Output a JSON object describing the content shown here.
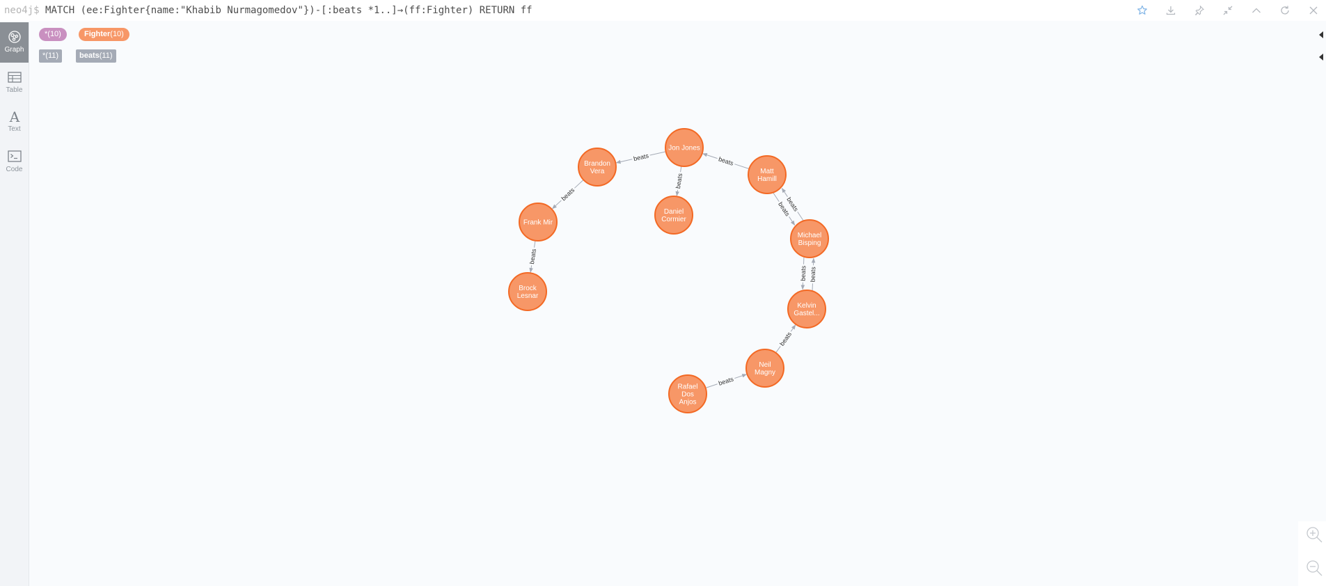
{
  "query": {
    "prompt": "neo4j$",
    "text": "MATCH (ee:Fighter{name:\"Khabib Nurmagomedov\"})-[:beats *1..]→(ff:Fighter) RETURN ff"
  },
  "toolbar": [
    {
      "name": "favorite-star-icon"
    },
    {
      "name": "download-icon"
    },
    {
      "name": "pin-icon"
    },
    {
      "name": "collapse-arrows-icon"
    },
    {
      "name": "chevron-up-icon"
    },
    {
      "name": "rerun-icon"
    },
    {
      "name": "close-icon"
    }
  ],
  "sidebar": {
    "items": [
      {
        "label": "Graph",
        "icon": "graph-icon",
        "active": true
      },
      {
        "label": "Table",
        "icon": "table-icon",
        "active": false
      },
      {
        "label": "Text",
        "icon": "text-icon",
        "active": false
      },
      {
        "label": "Code",
        "icon": "code-icon",
        "active": false
      }
    ]
  },
  "legend": {
    "labels": [
      {
        "name": "*",
        "count": "(10)",
        "color": "#c990c0"
      },
      {
        "name": "Fighter",
        "count": "(10)",
        "color": "#f79767"
      }
    ],
    "relationships": [
      {
        "name": "*",
        "count": "(11)"
      },
      {
        "name": "beats",
        "count": "(11)"
      }
    ]
  },
  "graph": {
    "node_color": "#f79767",
    "node_border": "#f36924",
    "edge_color": "#a5abb6",
    "nodes": [
      {
        "id": "jon",
        "lines": [
          "Jon Jones"
        ]
      },
      {
        "id": "brandon",
        "lines": [
          "Brandon",
          "Vera"
        ]
      },
      {
        "id": "frank",
        "lines": [
          "Frank Mir"
        ]
      },
      {
        "id": "brock",
        "lines": [
          "Brock",
          "Lesnar"
        ]
      },
      {
        "id": "daniel",
        "lines": [
          "Daniel",
          "Cormier"
        ]
      },
      {
        "id": "matt",
        "lines": [
          "Matt",
          "Hamill"
        ]
      },
      {
        "id": "michael",
        "lines": [
          "Michael",
          "Bisping"
        ]
      },
      {
        "id": "kelvin",
        "lines": [
          "Kelvin",
          "Gastel..."
        ]
      },
      {
        "id": "neil",
        "lines": [
          "Neil",
          "Magny"
        ]
      },
      {
        "id": "rafael",
        "lines": [
          "Rafael",
          "Dos",
          "Anjos"
        ]
      }
    ],
    "edges": [
      {
        "from": "jon",
        "to": "brandon",
        "label": "beats"
      },
      {
        "from": "brandon",
        "to": "frank",
        "label": "beats"
      },
      {
        "from": "frank",
        "to": "brock",
        "label": "beats"
      },
      {
        "from": "jon",
        "to": "daniel",
        "label": "beats"
      },
      {
        "from": "matt",
        "to": "jon",
        "label": "beats"
      },
      {
        "from": "michael",
        "to": "matt",
        "label": "beats"
      },
      {
        "from": "matt",
        "to": "michael",
        "label": "beats"
      },
      {
        "from": "michael",
        "to": "kelvin",
        "label": "beats"
      },
      {
        "from": "kelvin",
        "to": "michael",
        "label": "beats"
      },
      {
        "from": "neil",
        "to": "kelvin",
        "label": "beats"
      },
      {
        "from": "rafael",
        "to": "neil",
        "label": "beats"
      }
    ]
  },
  "zoom": [
    {
      "name": "zoom-in-icon"
    },
    {
      "name": "zoom-out-icon"
    }
  ]
}
